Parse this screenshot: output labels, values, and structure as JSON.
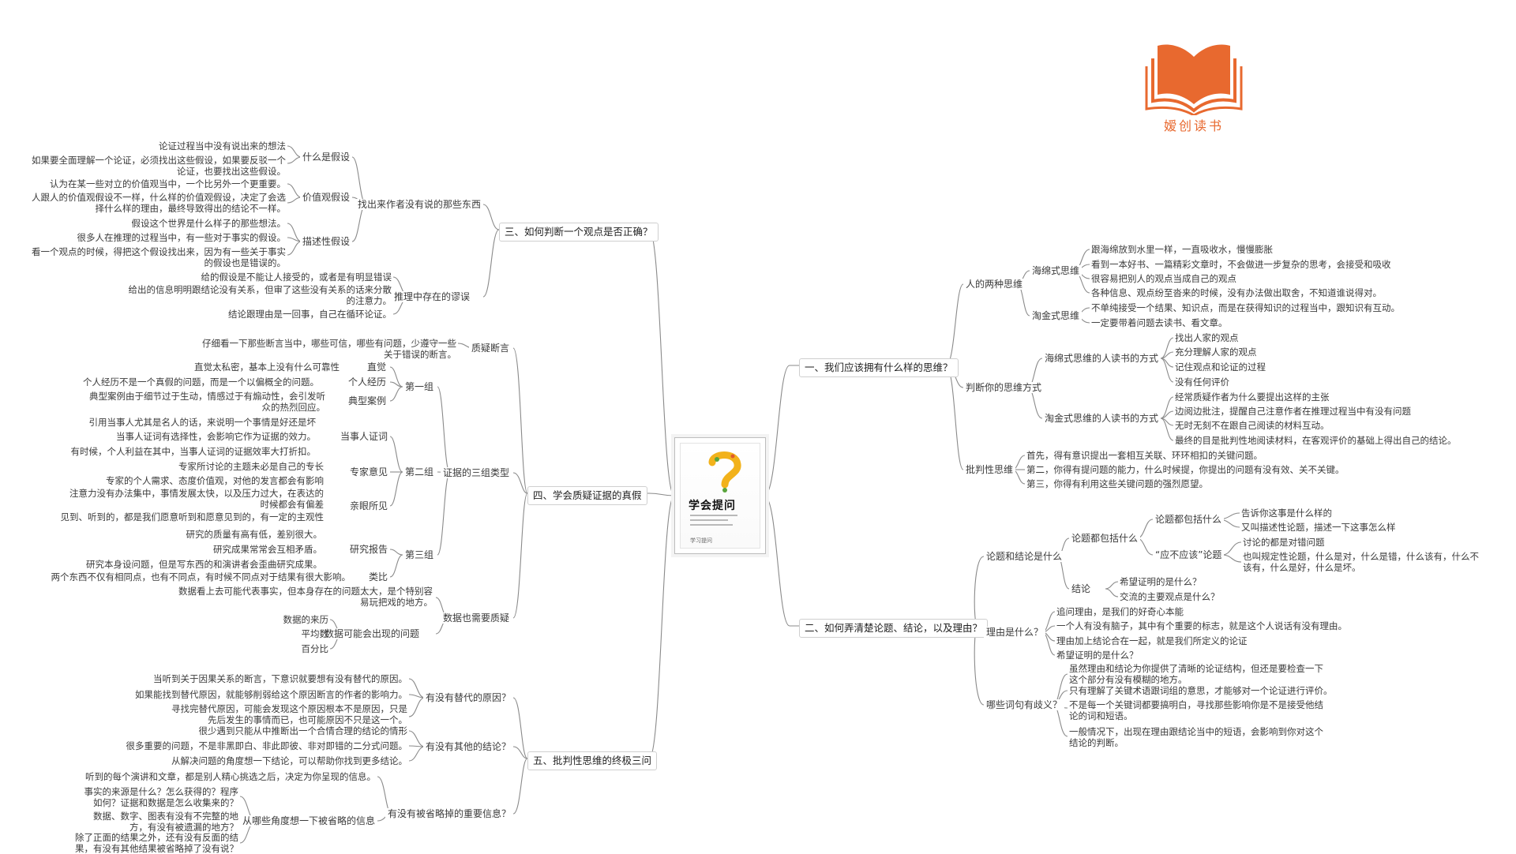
{
  "logo": {
    "text": "嫒创读书"
  },
  "book": {
    "title": "学会提问",
    "author": "学习提问"
  },
  "branches": {
    "b1": "一、我们应该拥有什么样的思维？",
    "b2": "二、如何弄清楚论题、结论，以及理由？",
    "b3": "三、如何判断一个观点是否正确？",
    "b4": "四、学会质疑证据的真假",
    "b5": "五、批判性思维的终极三问"
  },
  "r1": {
    "a": "人的两种思维",
    "a1": "海绵式思维",
    "a1_items": [
      "跟海绵放到水里一样，一直吸收水，慢慢膨胀",
      "看到一本好书、一篇精彩文章时，不会做进一步复杂的思考，会接受和吸收",
      "很容易把别人的观点当成自己的观点",
      "各种信息、观点纷至沓来的时候，没有办法做出取舍，不知道谁说得对。"
    ],
    "a2": "淘金式思维",
    "a2_items": [
      "不单纯接受一个结果、知识点，而是在获得知识的过程当中，跟知识有互动。",
      "一定要带着问题去读书、看文章。"
    ],
    "b": "判断你的思维方式",
    "b1": "海绵式思维的人读书的方式",
    "b1_items": [
      "找出人家的观点",
      "充分理解人家的观点",
      "记住观点和论证的过程",
      "没有任何评价"
    ],
    "b2": "淘金式思维的人读书的方式",
    "b2_items": [
      "经常质疑作者为什么要提出这样的主张",
      "边阅边批注，提醒自己注意作者在推理过程当中有没有问题",
      "无时无刻不在跟自己阅读的材料互动。",
      "最终的目是批判性地阅读材料，在客观评价的基础上得出自己的结论。"
    ],
    "c": "批判性思维",
    "c_items": [
      "首先，得有意识提出一套相互关联、环环相扣的关键问题。",
      "第二，你得有提问题的能力，什么时候提，你提出的问题有没有效、关不关键。",
      "第三，你得有利用这些关键问题的强烈愿望。"
    ]
  },
  "r2": {
    "a": "论题和结论是什么",
    "a1": "论题都包括什么",
    "a1a": "论题都包括什么",
    "a1a_items": [
      "告诉你这事是什么样的",
      "又叫描述性论题，描述一下这事怎么样"
    ],
    "a1b": "“应不应该”论题",
    "a1b_items": [
      "讨论的都是对错问题",
      "也叫规定性论题，什么是对，什么是错，什么该有，什么不该有，什么是好，什么是坏。"
    ],
    "a2": "结论",
    "a2_items": [
      "希望证明的是什么？",
      "交流的主要观点是什么？"
    ],
    "b": "理由是什么？",
    "b_items": [
      "追问理由，是我们的好奇心本能",
      "一个人有没有脑子，其中有个重要的标志，就是这个人说话有没有理由。",
      "理由加上结论合在一起，就是我们所定义的论证",
      "希望证明的是什么？"
    ],
    "c": "哪些词句有歧义？",
    "c_items": [
      "虽然理由和结论为你提供了清晰的论证结构，但还是要检查一下这个部分有没有模糊的地方。",
      "只有理解了关键术语跟词组的意思，才能够对一个论证进行评价。",
      "不是每一个关键词都要搞明白，寻找那些影响你是不是接受他结论的词和短语。",
      "一般情况下，出现在理由跟结论当中的短语，会影响到你对这个结论的判断。"
    ]
  },
  "l3": {
    "a": "找出来作者没有说的那些东西",
    "a1": "什么是假设",
    "a1_items": [
      "论证过程当中没有说出来的想法",
      "如果要全面理解一个论证，必须找出这些假设，如果要反驳一个论证，也要找出这些假设。"
    ],
    "a2": "价值观假设",
    "a2_items": [
      "认为在某一些对立的价值观当中，一个比另外一个更重要。",
      "人跟人的价值观假设不一样，什么样的价值观假设，决定了会选择什么样的理由，最终导致得出的结论不一样。"
    ],
    "a3": "描述性假设",
    "a3_items": [
      "假设这个世界是什么样子的那些想法。",
      "很多人在推理的过程当中，有一些对于事实的假设。",
      "看一个观点的时候，得把这个假设找出来，因为有一些关于事实的假设也是错误的。"
    ],
    "b": "推理中存在的谬误",
    "b_items": [
      "给的假设是不能让人接受的，或者是有明显错误",
      "给出的信息明明跟结论没有关系，但审了这些没有关系的话来分散的注意力。",
      "结论跟理由是一回事，自己在循环论证。"
    ]
  },
  "l4": {
    "a": "质疑断言",
    "a_item": "仔细看一下那些断言当中，哪些可信，哪些有问题，少遵守一些关于错误的断言。",
    "b": "证据的三组类型",
    "g1": "第一组",
    "g1a": "直觉",
    "g1a_item": "直觉太私密，基本上没有什么可靠性",
    "g1b": "个人经历",
    "g1b_item": "个人经历不是一个真假的问题，而是一个以偏概全的问题。",
    "g1c": "典型案例",
    "g1c_item": "典型案例由于细节过于生动，情感过于有煽动性，会引发听众的热烈回应。",
    "g2": "第二组",
    "g2a": "当事人证词",
    "g2a_items": [
      "引用当事人尤其是名人的话，来说明一个事情是好还是坏",
      "当事人证词有选择性，会影响它作为证据的效力。",
      "有时候，个人利益在其中，当事人证词的证据效率大打折扣。"
    ],
    "g2b": "专家意见",
    "g2b_items": [
      "专家所讨论的主题未必是自己的专长",
      "专家的个人需求、态度价值观，对他的发言都会有影响"
    ],
    "g2c": "亲眼所见",
    "g2c_items": [
      "注意力没有办法集中，事情发展太快，以及压力过大，在表达的时候都会有偏差",
      "见到、听到的，都是我们愿意听到和愿意见到的，有一定的主观性"
    ],
    "g3": "第三组",
    "g3a": "研究报告",
    "g3a_items": [
      "研究的质量有高有低，差别很大。",
      "研究成果常常会互相矛盾。",
      "研究本身设问题，但是写东西的和演讲者会歪曲研究成果。"
    ],
    "g3b": "类比",
    "g3b_item": "两个东西不仅有相同点，也有不同点，有时候不同点对于结果有很大影响。",
    "c": "数据也需要质疑",
    "c_item": "数据看上去可能代表事实，但本身存在的问题太大，是个特别容易玩把戏的地方。",
    "c1": "数据可能会出现的问题",
    "c1_items": [
      "数据的来历",
      "平均数",
      "百分比"
    ]
  },
  "l5": {
    "a": "有没有替代的原因？",
    "a_items": [
      "当听到关于因果关系的断言，下意识就要想有没有替代的原因。",
      "如果能找到替代原因，就能够削弱给这个原因断言的作者的影响力。",
      "寻找完替代原因，可能会发现这个原因根本不是原因，只是先后发生的事情而已，也可能原因不只是这一个。"
    ],
    "b": "有没有其他的结论？",
    "b_items": [
      "很少遇到只能从中推断出一个合情合理的结论的情形",
      "很多重要的问题，不是非黑即白、非此即彼、非对即错的二分式问题。",
      "从解决问题的角度想一下结论，可以帮助你找到更多结论。"
    ],
    "c": "有没有被省略掉的重要信息？",
    "c_item": "听到的每个演讲和文章，都是别人精心挑选之后，决定为你呈现的信息。",
    "c1": "从哪些角度想一下被省略的信息",
    "c1_items": [
      "事实的来源是什么？怎么获得的？程序如何？证据和数据是怎么收集来的？",
      "数据、数字、图表有没有不完整的地方，有没有被遗漏的地方？",
      "除了正面的结果之外，还有没有反面的结果，有没有其他结果被省略掉了没有说？"
    ]
  }
}
